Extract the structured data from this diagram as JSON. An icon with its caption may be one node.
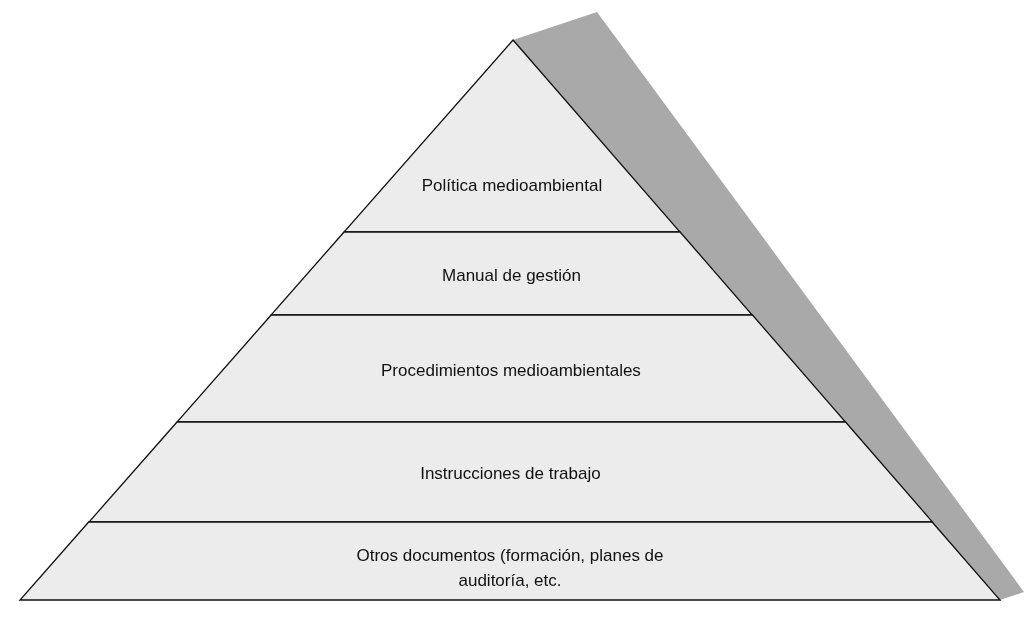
{
  "diagram": {
    "nodes": [
      {
        "text": [
          "Política medioambiental"
        ]
      },
      {
        "text": [
          "Manual de gestión"
        ]
      },
      {
        "text": [
          "Procedimientos medioambientales"
        ]
      },
      {
        "text": [
          "Instrucciones de trabajo"
        ]
      },
      {
        "text": [
          "Otros documentos (formación, planes de auditoría, etc."
        ]
      }
    ]
  }
}
